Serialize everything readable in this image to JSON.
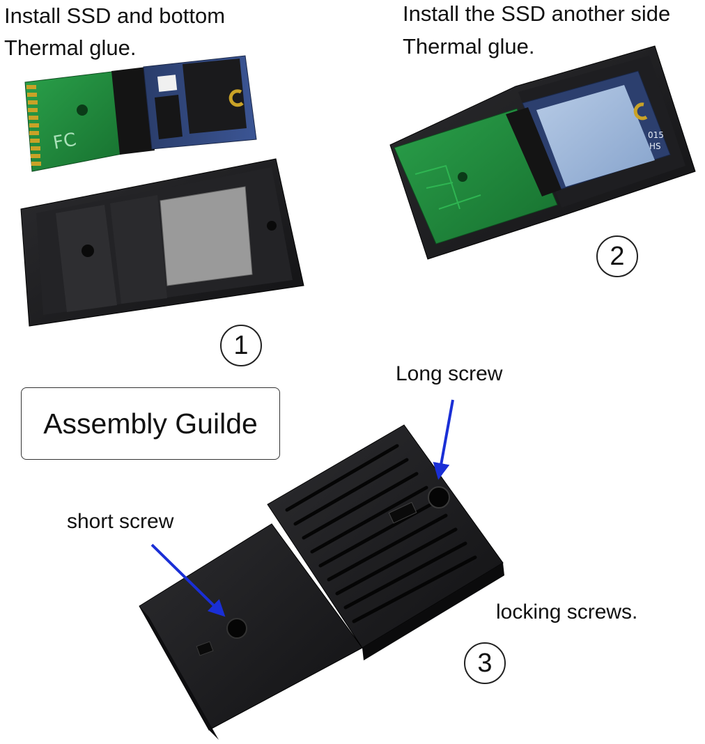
{
  "step1": {
    "caption_line1": "Install SSD and bottom",
    "caption_line2": "Thermal glue.",
    "number": "1"
  },
  "step2": {
    "caption_line1": "Install the SSD another side",
    "caption_line2": "Thermal glue.",
    "number": "2"
  },
  "step3": {
    "number": "3",
    "long_screw_label": "Long screw",
    "short_screw_label": "short screw",
    "locking_label": "locking screws."
  },
  "title": "Assembly Guilde",
  "pcb_markings": {
    "fc_mark": "FC",
    "ssd_text_1": "015",
    "ssd_text_2": "HS"
  },
  "colors": {
    "pcb_green": "#1f8a3c",
    "enclosure_black": "#1c1c1e",
    "thermal_pad_gray": "#9a9a9a",
    "thermal_pad_blue": "#9fb8d8",
    "arrow_blue": "#1a2fd6",
    "gold_pins": "#c9a227"
  }
}
